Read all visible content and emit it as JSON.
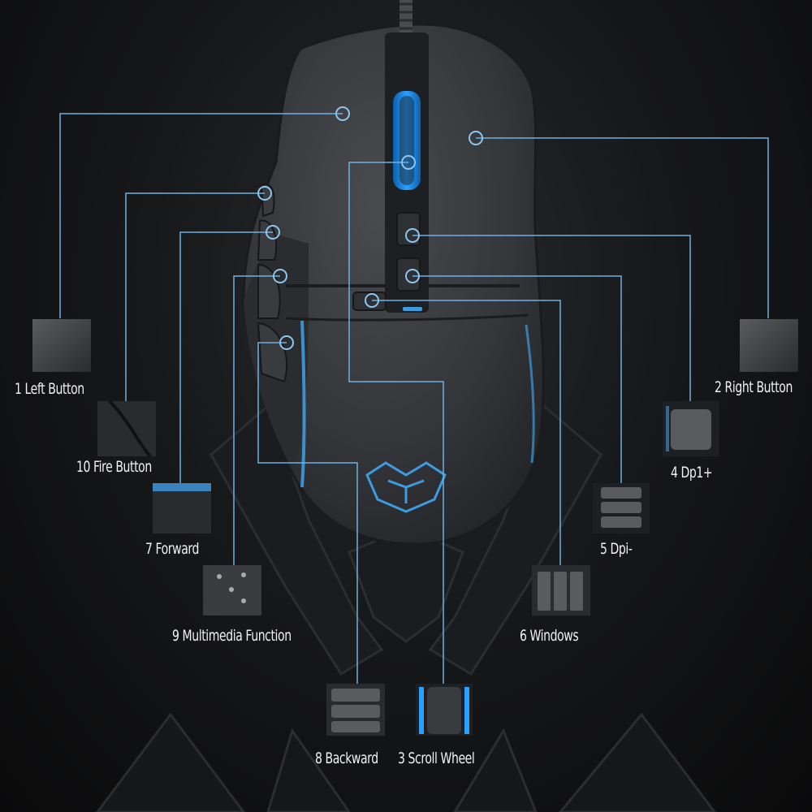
{
  "diagram": {
    "accent_color": "#3d9be0",
    "lead_color": "#6fb0e0",
    "mouse_color": "#3c3d40",
    "labels": {
      "left_button": "1 Left Button",
      "right_button": "2 Right Button",
      "fire_button": "10 Fire Button",
      "dpi_up": "4 Dp1+",
      "forward": "7 Forward",
      "dpi_down": "5 Dpi-",
      "multimedia": "9 Multimedia Function",
      "windows": "6 Windows",
      "backward": "8 Backward",
      "scroll_wheel": "3 Scroll Wheel"
    }
  }
}
